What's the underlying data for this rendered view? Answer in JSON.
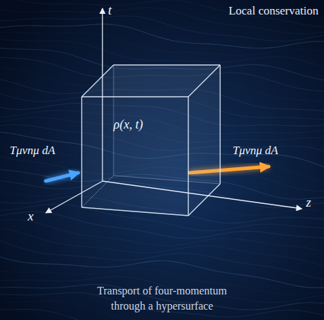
{
  "diagram": {
    "title": "Local conservation",
    "caption": "Transport of four-momentum through a hypersurface",
    "nodes": [
      {
        "text": [
          "ρ(x, t)"
        ]
      }
    ],
    "labels": [
      "t",
      "x",
      "z",
      "Tμνnμ dA",
      "Tμνnμ dA"
    ]
  }
}
